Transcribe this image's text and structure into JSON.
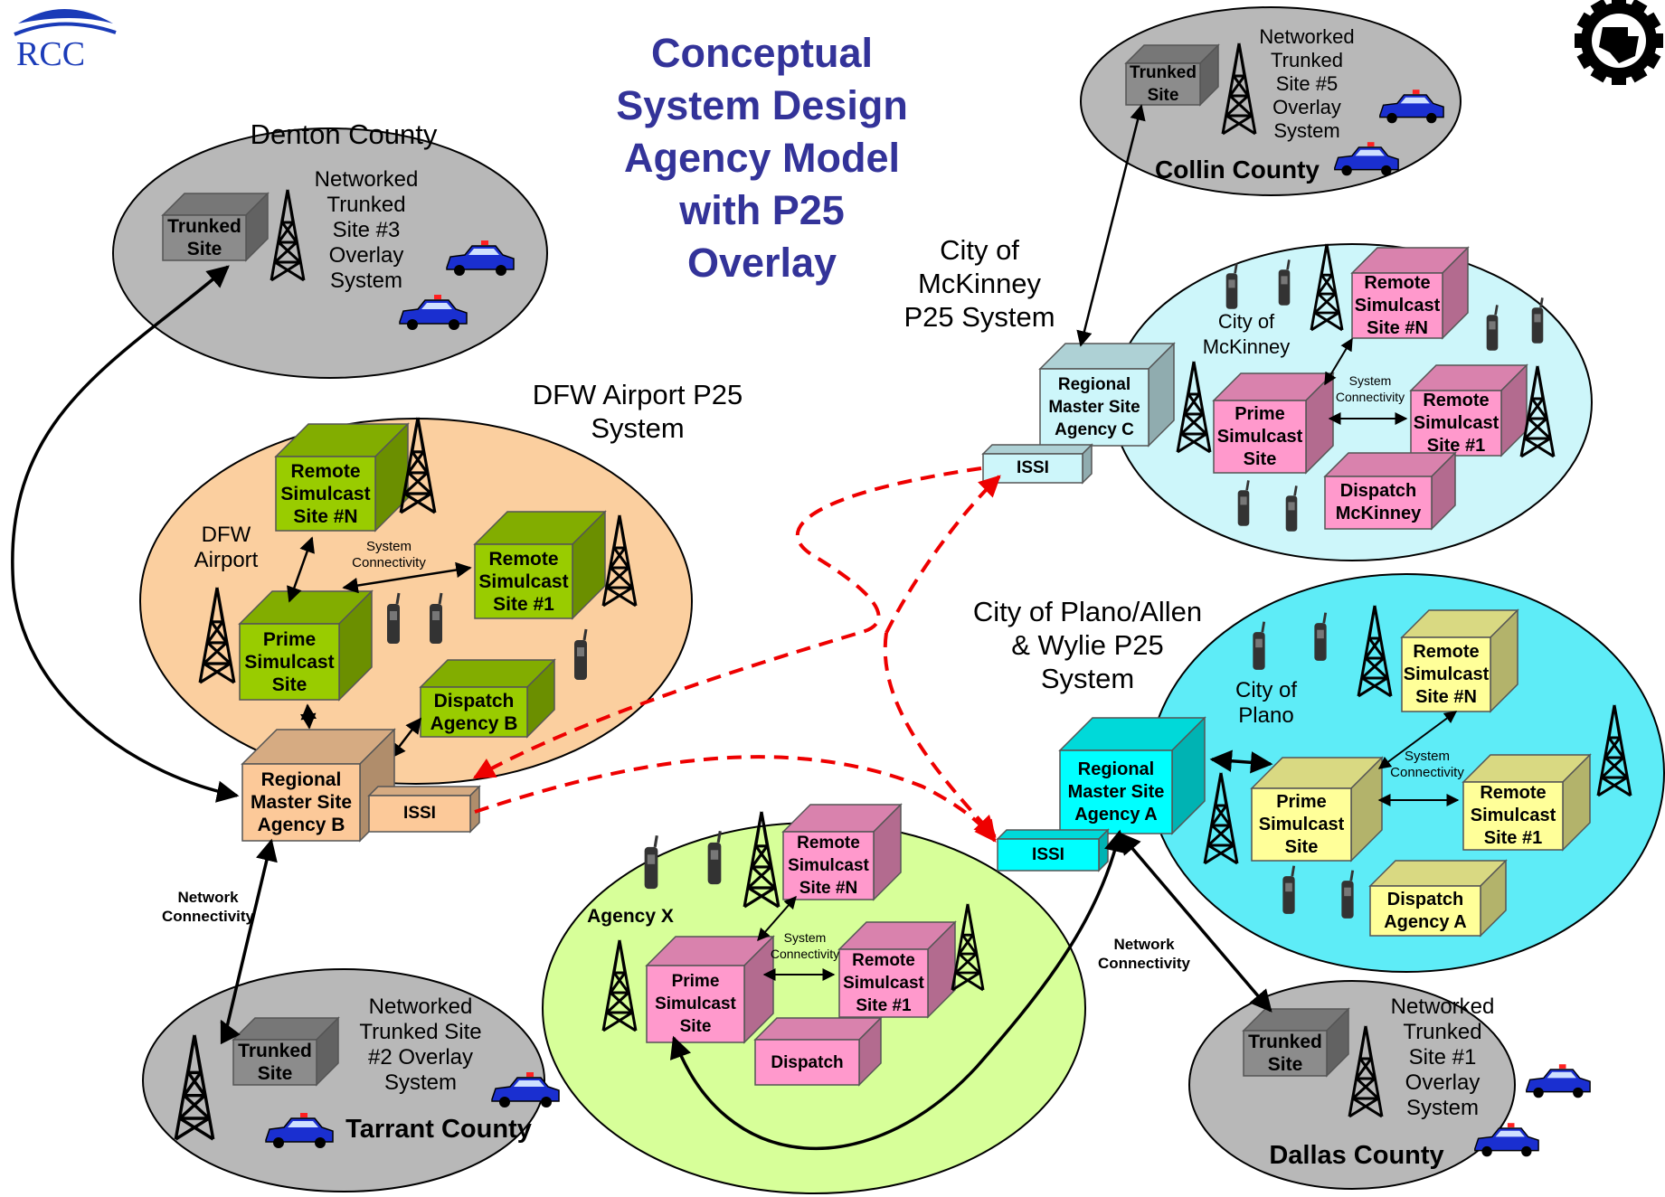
{
  "title": "Conceptual\nSystem Design\nAgency Model\nwith P25\nOverlay",
  "logos": {
    "left": "RCC",
    "right": "texas-state-seal-icon"
  },
  "colors": {
    "title": "#333399",
    "grey_region": "#b8b8b8",
    "orange_region": "#fbcf9f",
    "cyan_light": "#cdf6fa",
    "cyan_bright": "#5eecf7",
    "green_region": "#d7ff99",
    "green_box": "#99cc00",
    "pink_box": "#ff99cc",
    "yellow_box": "#ffff99",
    "cyan_box": "#00ffff",
    "tan_box": "#fcc999",
    "red_dash": "#ee0000"
  },
  "regions": {
    "denton": {
      "label": "Denton County",
      "site_text": "Networked\nTrunked\nSite #3\nOverlay\nSystem",
      "trunked": "Trunked\nSite"
    },
    "collin": {
      "label": "Collin County",
      "site_text": "Networked\nTrunked\nSite #5\nOverlay\nSystem",
      "trunked": "Trunked\nSite"
    },
    "tarrant": {
      "label": "Tarrant County",
      "site_text": "Networked\nTrunked Site\n#2 Overlay\nSystem",
      "trunked": "Trunked\nSite"
    },
    "dallas": {
      "label": "Dallas County",
      "site_text": "Networked\nTrunked\nSite #1\nOverlay\nSystem",
      "trunked": "Trunked\nSite"
    },
    "dfw": {
      "heading": "DFW Airport P25\nSystem",
      "area": "DFW\nAirport",
      "remote_n": "Remote\nSimulcast\nSite #N",
      "remote_1": "Remote\nSimulcast\nSite #1",
      "prime": "Prime\nSimulcast\nSite",
      "dispatch": "Dispatch\nAgency B",
      "connectivity": "System\nConnectivity",
      "master": "Regional\nMaster Site\nAgency B",
      "issi": "ISSI"
    },
    "mckinney": {
      "heading": "City of\nMcKinney\nP25 System",
      "area": "City of\nMcKinney",
      "remote_n": "Remote\nSimulcast\nSite #N",
      "remote_1": "Remote\nSimulcast\nSite #1",
      "prime": "Prime\nSimulcast\nSite",
      "dispatch": "Dispatch\nMcKinney",
      "connectivity": "System\nConnectivity",
      "master": "Regional\nMaster Site\nAgency C",
      "issi": "ISSI"
    },
    "plano": {
      "heading": "City of Plano/Allen\n& Wylie P25\nSystem",
      "area": "City of\nPlano",
      "remote_n": "Remote\nSimulcast\nSite #N",
      "remote_1": "Remote\nSimulcast\nSite #1",
      "prime": "Prime\nSimulcast\nSite",
      "dispatch": "Dispatch\nAgency A",
      "connectivity": "System\nConnectivity",
      "master": "Regional\nMaster Site\nAgency A",
      "issi": "ISSI"
    },
    "agencyx": {
      "area": "Agency X",
      "remote_n": "Remote\nSimulcast\nSite #N",
      "remote_1": "Remote\nSimulcast\nSite #1",
      "prime": "Prime\nSimulcast\nSite",
      "dispatch": "Dispatch",
      "connectivity": "System\nConnectivity"
    }
  },
  "network_connectivity_left": "Network\nConnectivity",
  "network_connectivity_right": "Network\nConnectivity"
}
